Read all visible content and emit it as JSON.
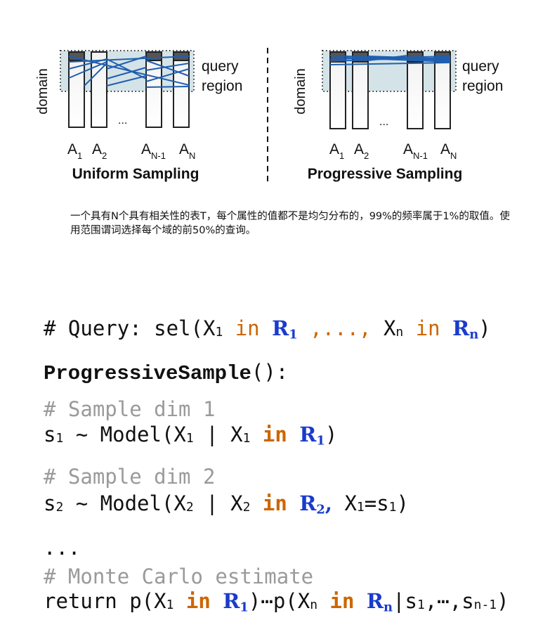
{
  "left_panel": {
    "axis_label": "domain",
    "region_label_1": "query",
    "region_label_2": "region",
    "col_labels": [
      "A",
      "A",
      "A",
      "A"
    ],
    "col_subs": [
      "1",
      "2",
      "N-1",
      "N"
    ],
    "ellipsis": "...",
    "title": "Uniform Sampling"
  },
  "right_panel": {
    "axis_label": "domain",
    "region_label_1": "query",
    "region_label_2": "region",
    "col_labels": [
      "A",
      "A",
      "A",
      "A"
    ],
    "col_subs": [
      "1",
      "2",
      "N-1",
      "N"
    ],
    "ellipsis": "...",
    "title": "Progressive Sampling"
  },
  "caption": "一个具有N个具有相关性的表T，每个属性的值都不是均匀分布的，99%的频率属于1%的取值。使用范围谓词选择每个域的前50%的查询。",
  "code": {
    "l1": {
      "a": "# Query: sel(X",
      "sub1": "1",
      "in1": " in ",
      "r1": "R",
      "r1s": "1",
      "mid": " ,..., ",
      "xn": "X",
      "subn": "n",
      "in2": " in ",
      "rn": "R",
      "rns": "n",
      "end": ")"
    },
    "l2": {
      "fn": "ProgressiveSample",
      "rest": "():"
    },
    "l3": "# Sample dim 1",
    "l4": {
      "s": "s",
      "ss": "1",
      "a": " ~ Model(X",
      "x1": "1",
      "b": " | X",
      "x2": "1",
      "in": " in ",
      "r": "R",
      "rs": "1",
      "end": ")"
    },
    "l5": "# Sample dim 2",
    "l6": {
      "s": "s",
      "ss": "2",
      "a": " ~ Model(X",
      "x1": "2",
      "b": " | X",
      "x2": "2",
      "in": " in ",
      "r": "R",
      "rs": "2",
      "comma": ",",
      "c": " X",
      "x3": "1",
      "d": "=s",
      "x4": "1",
      "end": ")"
    },
    "l7": "...",
    "l8": "# Monte Carlo estimate",
    "l9": {
      "a": "return p(X",
      "x1": "1",
      "in1": " in ",
      "r1": "R",
      "r1s": "1",
      "b": ")⋯p(X",
      "xn": "n",
      "in2": " in ",
      "rn": "R",
      "rns": "n",
      "c": "|s",
      "s1": "1",
      "d": ",⋯,s",
      "sn": "n-1",
      "end": ")"
    }
  }
}
